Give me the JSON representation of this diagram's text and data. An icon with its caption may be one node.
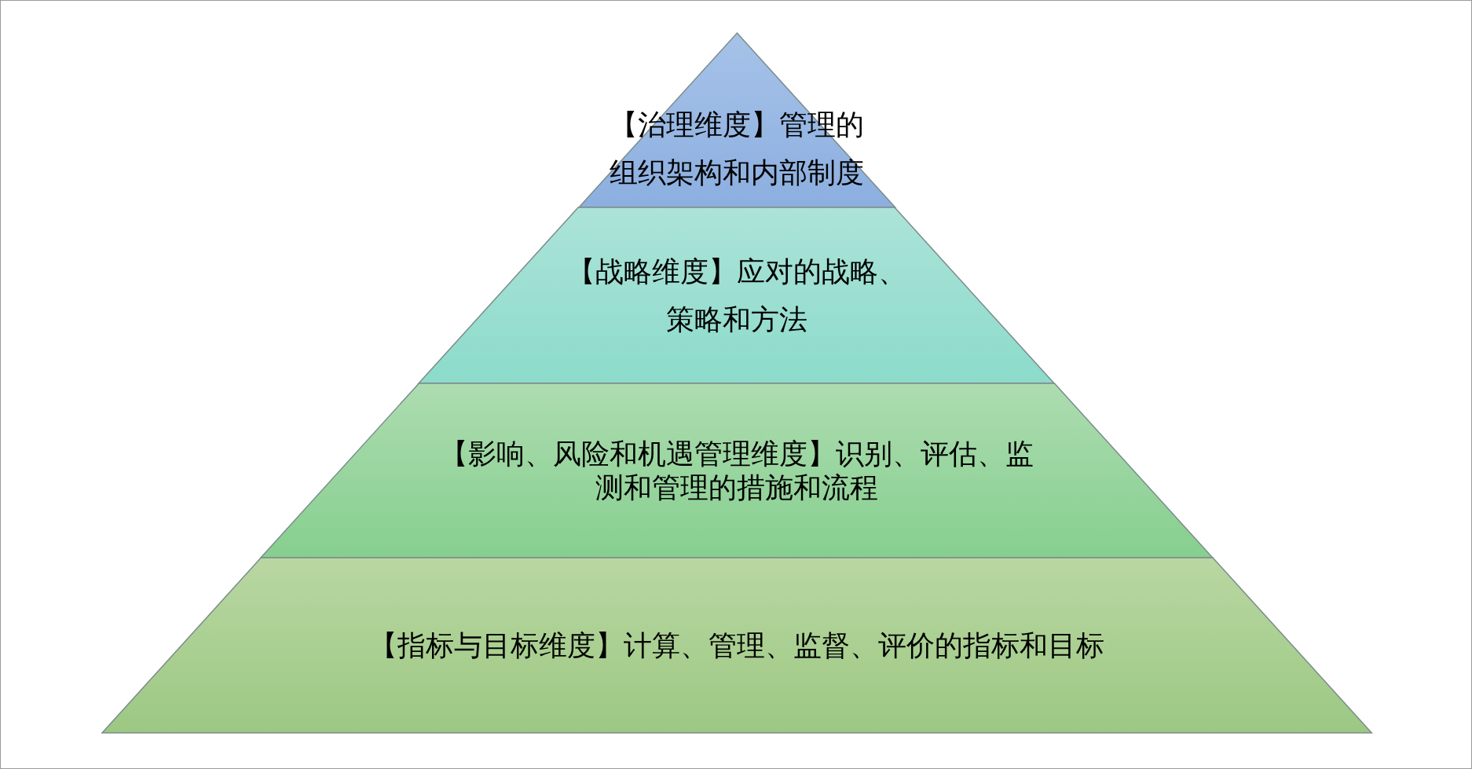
{
  "diagram": {
    "nodes": [
      {
        "text": [
          "【治理维度】管理的组织架构和内部制度"
        ]
      },
      {
        "text": [
          "【战略维度】应对的战略、策略和方法"
        ]
      },
      {
        "text": [
          "【影响、风险和机遇管理维度】识别、评估、监测和管理的措施和流程"
        ]
      },
      {
        "text": [
          "【指标与目标维度】计算、管理、监督、评价的指标和目标"
        ]
      }
    ]
  }
}
